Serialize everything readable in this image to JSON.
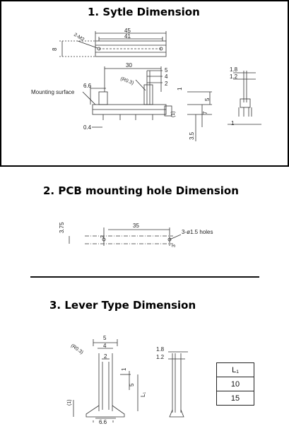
{
  "section1": {
    "title": "1.  Sytle Dimension",
    "labels": {
      "dim_45": "45",
      "dim_41": "41",
      "dim_2m2": "2-M2",
      "dim_8": "8",
      "dim_30": "30",
      "dim_5": "5",
      "dim_4": "4",
      "dim_r03": "(R0.3)",
      "dim_2": "2",
      "dim_66": "6.6",
      "mounting_surface": "Mounting surface",
      "dim_1": "1",
      "dim_5b": "5",
      "dim_7": "7",
      "dim_1p": "(1)",
      "dim_04": "0.4",
      "dim_35": "3.5",
      "side_18": "1.8",
      "side_12": "1.2",
      "side_1": "1"
    }
  },
  "section2": {
    "title": "2. PCB mounting hole Dimension",
    "labels": {
      "dim_375": "3.75",
      "dim_35": "35",
      "holes": "3-ø1.5 holes",
      "dim_2": "2",
      "dim_3": "3"
    }
  },
  "section3": {
    "title": "3. Lever Type Dimension",
    "labels": {
      "dim_5": "5",
      "dim_4": "4",
      "dim_r03": "(R0.3)",
      "dim_2": "2",
      "dim_1": "1",
      "dim_5b": "5",
      "dim_l1": "L₁",
      "dim_1p": "(1)",
      "dim_66": "6.6",
      "side_18": "1.8",
      "side_12": "1.2"
    },
    "table": {
      "header": "L₁",
      "rows": [
        "10",
        "15"
      ]
    }
  }
}
